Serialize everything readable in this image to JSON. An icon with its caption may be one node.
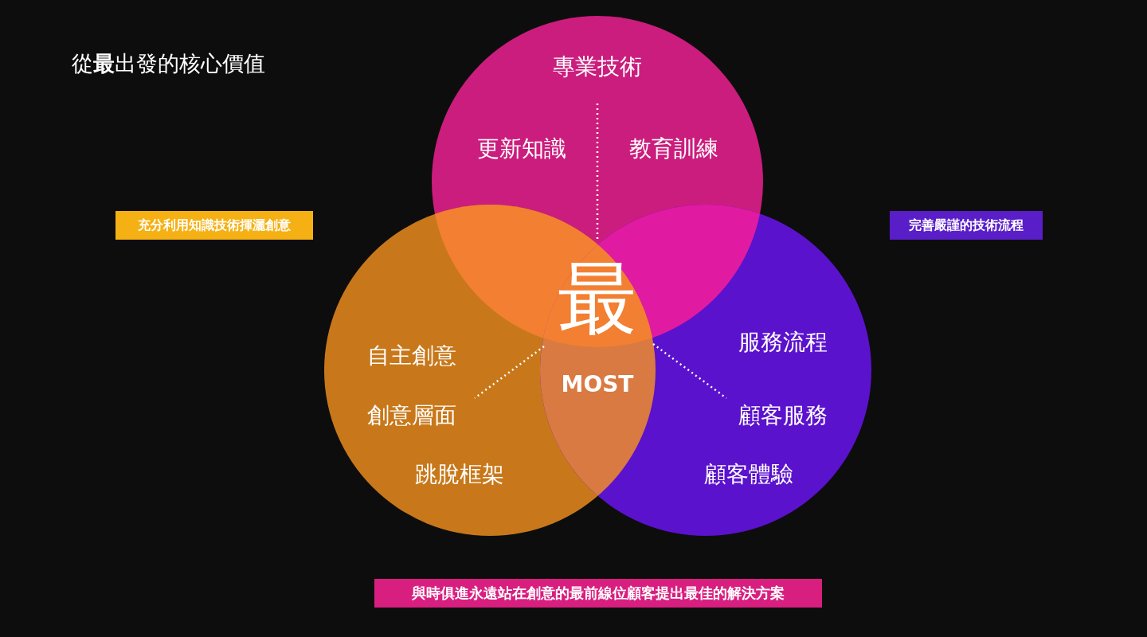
{
  "diagram": {
    "title": "從**最**出發的核心價值",
    "nodes": [
      {
        "text": [
          "專業技術",
          "更新知識",
          "教育訓練"
        ]
      },
      {
        "text": [
          "自主創意",
          "創意層面",
          "跳脫框架"
        ]
      },
      {
        "text": [
          "服務流程",
          "顧客服務",
          "顧客體驗"
        ]
      },
      {
        "text": [
          "充分利用知識技術揮灑創意"
        ]
      },
      {
        "text": [
          "完善嚴謹的技術流程"
        ]
      },
      {
        "text": [
          "與時俱進永遠站在創意的最前線位顧客提出最佳的解決方案"
        ]
      }
    ],
    "labels": [
      "最",
      "MOST"
    ]
  }
}
